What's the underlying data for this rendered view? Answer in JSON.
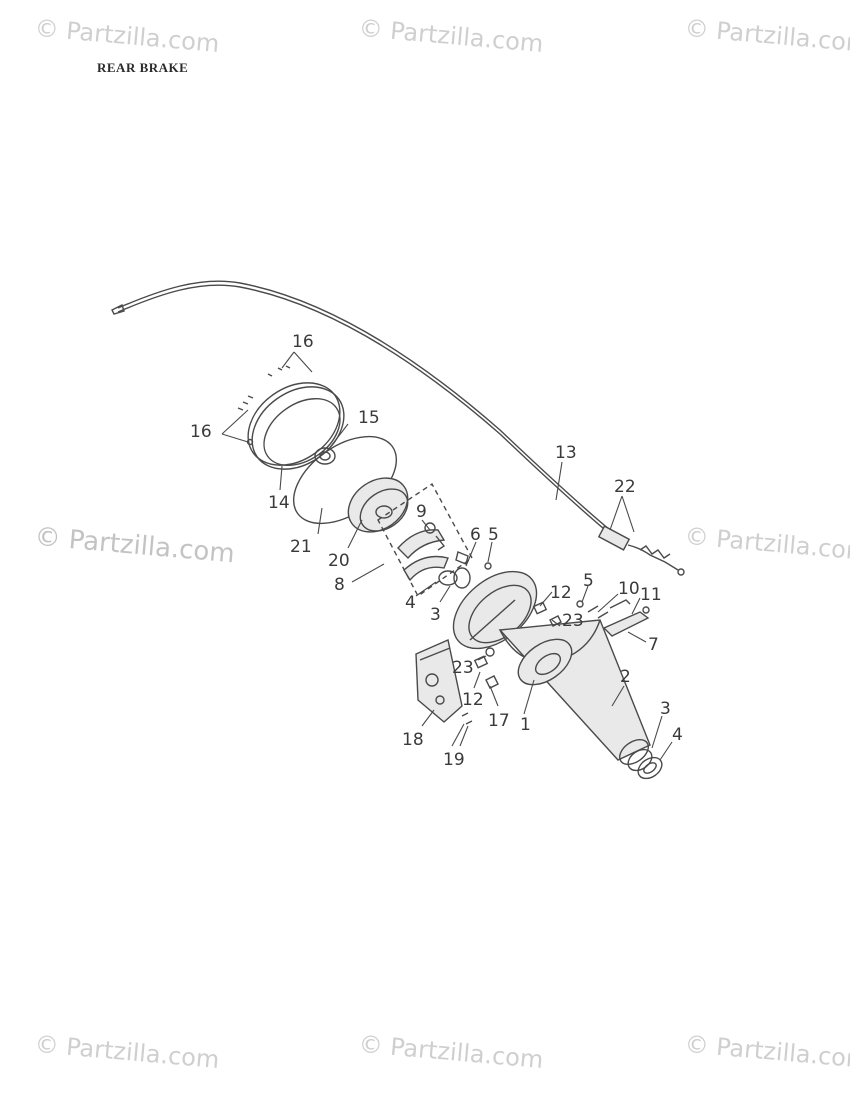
{
  "title": "REAR BRAKE",
  "watermark": "© Partzilla.com",
  "callouts": [
    "16",
    "16",
    "15",
    "14",
    "21",
    "20",
    "9",
    "6",
    "5",
    "8",
    "4",
    "3",
    "12",
    "5",
    "10",
    "11",
    "23",
    "7",
    "13",
    "22",
    "23",
    "12",
    "17",
    "1",
    "2",
    "18",
    "19",
    "3",
    "4"
  ],
  "colors": {
    "line": "#4a4a4a",
    "watermark": "#cfcfcf"
  }
}
